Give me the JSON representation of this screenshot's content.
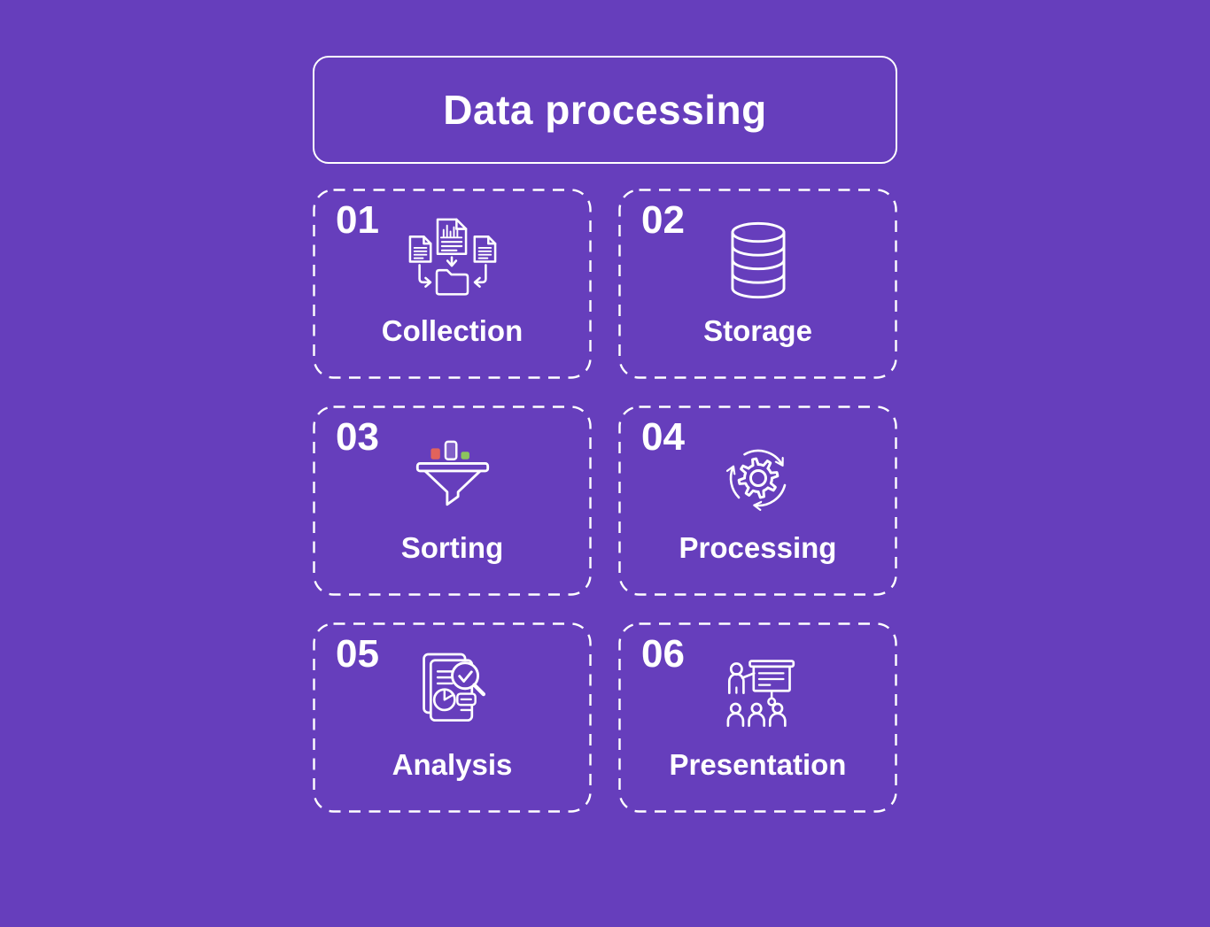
{
  "header": {
    "title": "Data processing"
  },
  "cards": [
    {
      "number": "01",
      "label": "Collection",
      "icon": "documents-to-folder-icon"
    },
    {
      "number": "02",
      "label": "Storage",
      "icon": "database-stack-icon"
    },
    {
      "number": "03",
      "label": "Sorting",
      "icon": "funnel-filter-icon"
    },
    {
      "number": "04",
      "label": "Processing",
      "icon": "gear-cycle-icon"
    },
    {
      "number": "05",
      "label": "Analysis",
      "icon": "report-magnifier-icon"
    },
    {
      "number": "06",
      "label": "Presentation",
      "icon": "presenter-board-audience-icon"
    }
  ],
  "colors": {
    "background": "#663EBC",
    "foreground": "#FFFFFF",
    "sorting_bar_red": "#E2635B",
    "sorting_bar_green": "#8CC45E"
  }
}
